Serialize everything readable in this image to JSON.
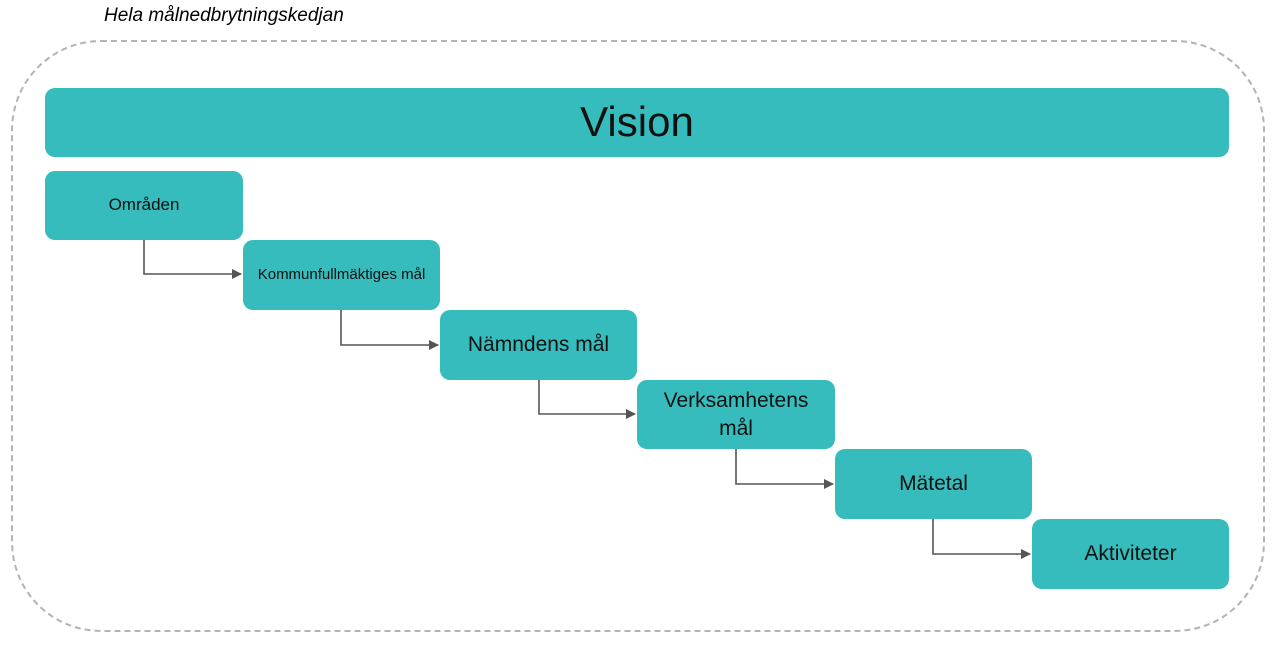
{
  "caption": "Hela målnedbrytningskedjan",
  "vision": "Vision",
  "steps": [
    {
      "label": "Områden"
    },
    {
      "label": "Kommunfullmäktiges mål"
    },
    {
      "label": "Nämndens mål"
    },
    {
      "label": "Verksamhetens mål"
    },
    {
      "label": "Mätetal"
    },
    {
      "label": "Aktiviteter"
    }
  ],
  "colors": {
    "box_fill": "#36bcbc",
    "connector": "#555555",
    "frame_border": "#b4b4b4"
  }
}
